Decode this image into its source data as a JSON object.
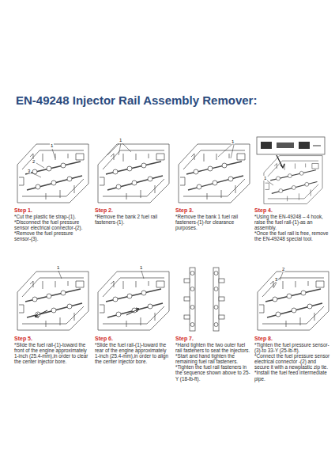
{
  "diagram": {
    "title": "EN-49248 Injector Rail Assembly Remover:",
    "labels": [
      "Step 1.",
      "*Cut the plastic tie strap-(1).",
      "*Disconnect the fuel pressure sensor electrical connector-(2).",
      "*Remove the fuel pressure sensor-(3).",
      "Step 2.",
      "*Remove the bank 2 fuel rail fasteners-(1).",
      "Step 3.",
      "*Remove the bank 1 fuel rail fasteners-(1)-for clearance purposes.",
      "Step 4.",
      "*Using the EN-49248 – 4 hook, raise the fuel rail-(1)-as an assembly.",
      "*Once the fuel rail is free, remove the EN-49248 special tool.",
      "Step 5.",
      "*Slide the fuel rail-(1)-toward the front of the engine approximately 1-inch (25.4-mm),in order to clear the center injector bore.",
      "Step 6.",
      "*Slide the fuel rail-(1)-toward the rear of the engine approximately 1-inch (25.4-mm),in order to align the center injector bore.",
      "Step 7.",
      "*Hand tighten the two outer fuel rail fasteners to seat the injectors.",
      "*Start and hand tighten the remaining fuel rail fasteners.",
      "*Tighten the fuel rail fasteners in the sequence shown above to 25-Y (18-lb-ft).",
      "Step 8.",
      "*Tighten the fuel pressure sensor-(3)-to 33-Y (25-lb-ft).",
      "*Connect the fuel pressure sensor electrical connector -(2) and secure it with a newplastic zip tie.",
      "*Install the fuel feed intermediate pipe.",
      "1",
      "2",
      "3",
      "1",
      "1",
      "1",
      "1",
      "1",
      "2",
      "3"
    ]
  }
}
